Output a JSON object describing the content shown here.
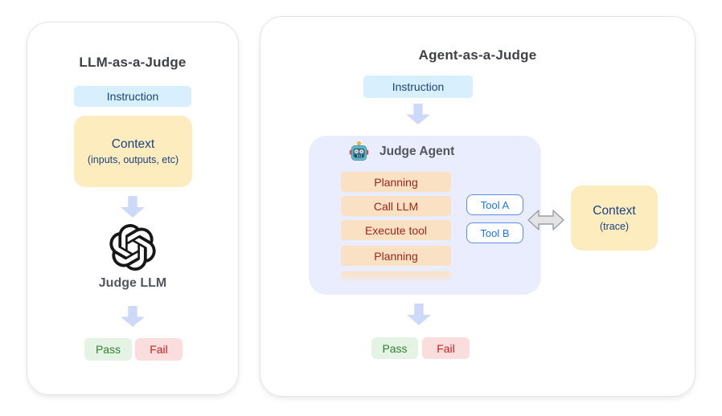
{
  "figure": {
    "type": "comparison-diagram"
  },
  "left_panel": {
    "title": "LLM-as-a-Judge",
    "instruction_label": "Instruction",
    "context_box": {
      "title": "Context",
      "subtitle": "(inputs, outputs, etc)"
    },
    "model_icon": "openai-logo",
    "model_label": "Judge LLM",
    "pass_label": "Pass",
    "fail_label": "Fail"
  },
  "right_panel": {
    "title": "Agent-as-a-Judge",
    "instruction_label": "Instruction",
    "agent_box": {
      "icon": "robot",
      "title": "Judge Agent",
      "steps": [
        "Planning",
        "Call LLM",
        "Execute tool",
        "Planning"
      ],
      "tools": [
        "Tool A",
        "Tool B"
      ]
    },
    "exchange_icon": "double-headed-arrow",
    "context_box": {
      "title": "Context",
      "subtitle": "(trace)"
    },
    "pass_label": "Pass",
    "fail_label": "Fail"
  },
  "colors": {
    "instruction_bg": "#d8f0fd",
    "context_bg": "#fcecbe",
    "navy_text": "#1b4380",
    "arrow": "#ccd9f9",
    "agent_bg": "#e9edfe",
    "step_bg": "#fbe1c3",
    "step_text": "#a2251b",
    "tool_border": "#5b8def",
    "tool_text": "#1a73e8",
    "pass_bg": "#e4f3e3",
    "pass_text": "#2f8132",
    "fail_bg": "#fcdddd",
    "fail_text": "#c5221f",
    "heading_text": "#3e4247",
    "label_text": "#53575d"
  }
}
